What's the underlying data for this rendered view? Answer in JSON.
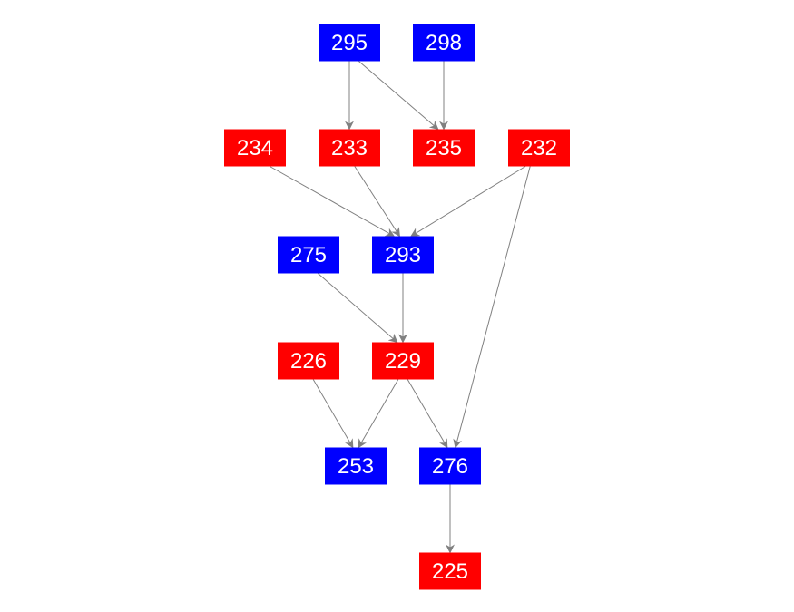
{
  "colors": {
    "blue": "#0000ff",
    "red": "#ff0000",
    "edge": "#808080",
    "label": "#ffffff"
  },
  "nodes": [
    {
      "id": "295",
      "label": "295",
      "color": "blue"
    },
    {
      "id": "298",
      "label": "298",
      "color": "blue"
    },
    {
      "id": "234",
      "label": "234",
      "color": "red"
    },
    {
      "id": "233",
      "label": "233",
      "color": "red"
    },
    {
      "id": "235",
      "label": "235",
      "color": "red"
    },
    {
      "id": "232",
      "label": "232",
      "color": "red"
    },
    {
      "id": "275",
      "label": "275",
      "color": "blue"
    },
    {
      "id": "293",
      "label": "293",
      "color": "blue"
    },
    {
      "id": "226",
      "label": "226",
      "color": "red"
    },
    {
      "id": "229",
      "label": "229",
      "color": "red"
    },
    {
      "id": "253",
      "label": "253",
      "color": "blue"
    },
    {
      "id": "276",
      "label": "276",
      "color": "blue"
    },
    {
      "id": "225",
      "label": "225",
      "color": "red"
    }
  ],
  "edges": [
    [
      "295",
      "233"
    ],
    [
      "295",
      "235"
    ],
    [
      "298",
      "235"
    ],
    [
      "234",
      "293"
    ],
    [
      "233",
      "293"
    ],
    [
      "232",
      "293"
    ],
    [
      "232",
      "276"
    ],
    [
      "275",
      "229"
    ],
    [
      "293",
      "229"
    ],
    [
      "226",
      "253"
    ],
    [
      "229",
      "253"
    ],
    [
      "229",
      "276"
    ],
    [
      "276",
      "225"
    ]
  ]
}
